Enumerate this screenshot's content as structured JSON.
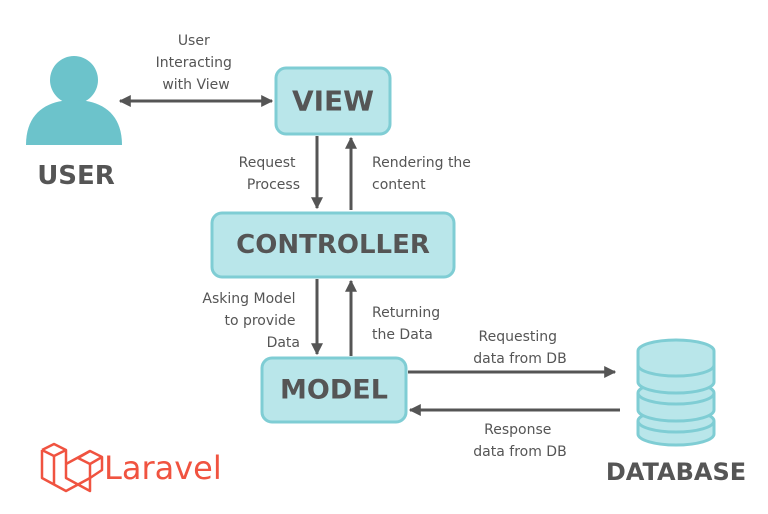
{
  "nodes": {
    "user": "USER",
    "view": "VIEW",
    "controller": "CONTROLLER",
    "model": "MODEL",
    "database": "DATABASE"
  },
  "edges": {
    "user_view": [
      "User",
      "Interacting",
      "with View"
    ],
    "request_process": [
      "Request",
      "Process"
    ],
    "rendering_content": [
      "Rendering the",
      "content"
    ],
    "asking_model": [
      "Asking Model",
      "to provide",
      "Data"
    ],
    "returning_data": [
      "Returning",
      "the Data"
    ],
    "requesting_db": [
      "Requesting",
      "data from DB"
    ],
    "response_db": [
      "Response",
      "data from DB"
    ]
  },
  "logo": {
    "text": "Laravel"
  },
  "colors": {
    "node_fill": "#b9e6ea",
    "node_border": "#7fcdd4",
    "user_icon": "#6cc3cb",
    "text": "#555555",
    "logo": "#f05340"
  }
}
